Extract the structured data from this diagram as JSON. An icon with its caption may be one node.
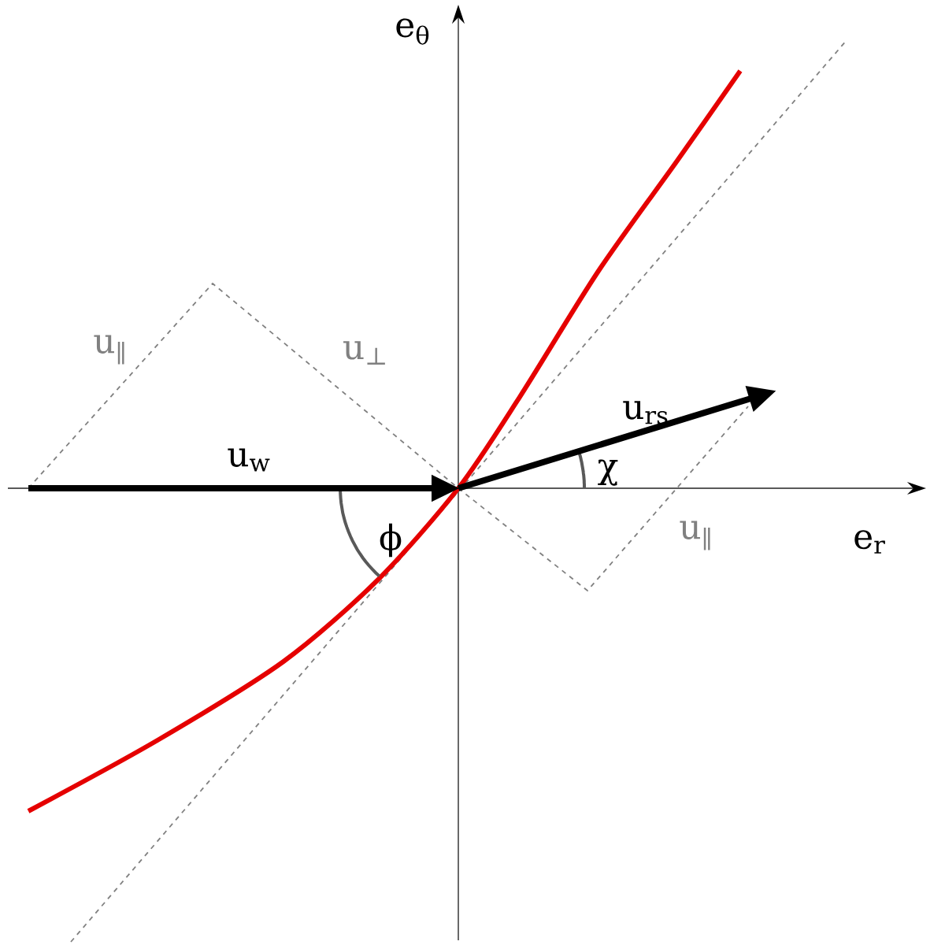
{
  "diagram": {
    "labels": [
      "e$_{θ}$",
      "u$_{∥}$",
      "u$_{⊥}$",
      "u$_{w}$",
      "u$_{rs}$",
      "χ",
      "e$_{r}$",
      "u$_{∥}$",
      "ϕ"
    ]
  }
}
